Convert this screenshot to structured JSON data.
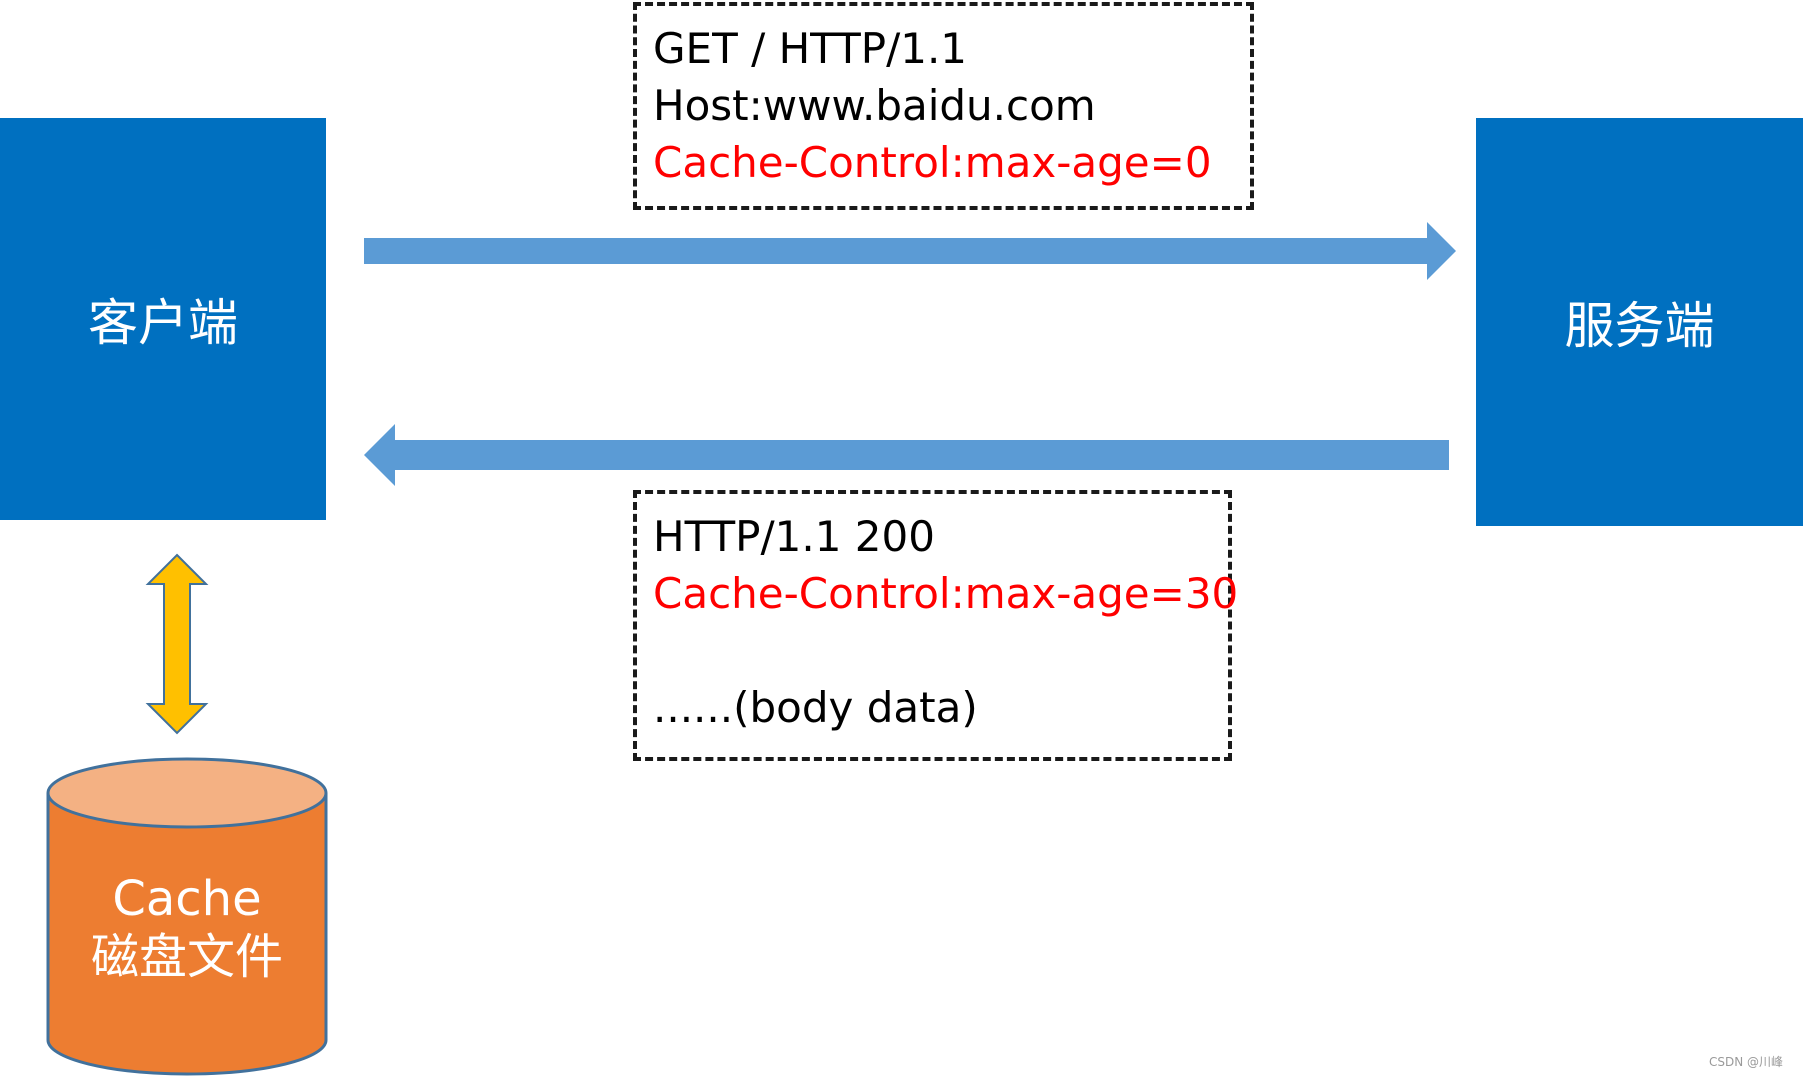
{
  "client": {
    "label": "客户端"
  },
  "server": {
    "label": "服务端"
  },
  "request": {
    "lines": [
      {
        "text": "GET / HTTP/1.1",
        "color": "#000000"
      },
      {
        "text": "Host:www.baidu.com",
        "color": "#000000"
      },
      {
        "text": "Cache-Control:max-age=0",
        "color": "#ff0000"
      }
    ]
  },
  "response": {
    "lines": [
      {
        "text": "HTTP/1.1 200",
        "color": "#000000"
      },
      {
        "text": "Cache-Control:max-age=30",
        "color": "#ff0000"
      },
      {
        "text": "",
        "color": "#000000"
      },
      {
        "text": "......(body data)",
        "color": "#000000"
      }
    ]
  },
  "cache": {
    "line1": "Cache",
    "line2": "磁盘文件"
  },
  "watermark": "CSDN @川峰",
  "colors": {
    "node": "#0070C0",
    "arrow": "#5B9BD5",
    "cache_body": "#ED7D31",
    "cache_top": "#F4B183",
    "cache_outline": "#41719C",
    "link_arrow": "#FFC000",
    "highlight": "#ff0000"
  }
}
